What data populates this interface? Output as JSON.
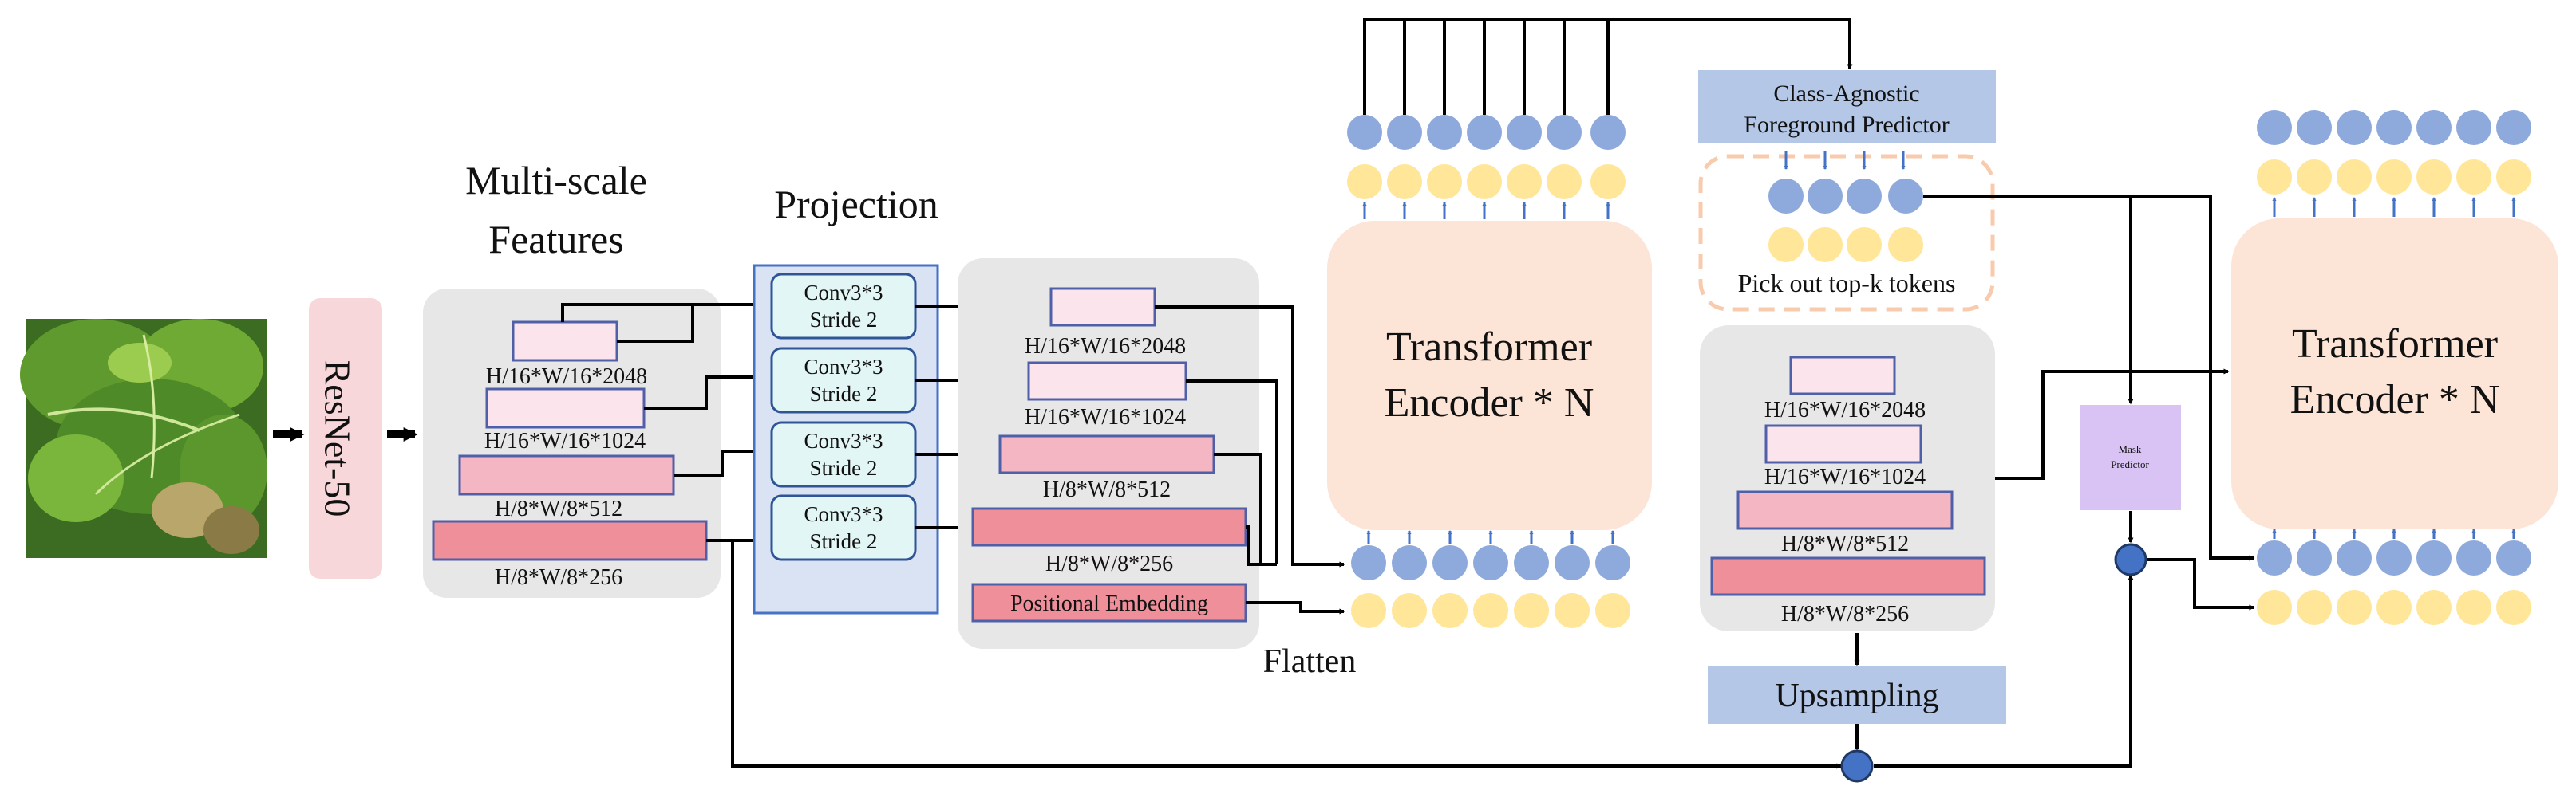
{
  "labels": {
    "backbone": "ResNet-50",
    "multiscale_line1": "Multi-scale",
    "multiscale_line2": "Features",
    "projection": "Projection",
    "flatten": "Flatten",
    "positional_embedding": "Positional Embedding",
    "encoder1_line1": "Transformer",
    "encoder1_line2": "Encoder * N",
    "predictor_line1": "Class-Agnostic",
    "predictor_line2": "Foreground Predictor",
    "pick_topk": "Pick out top-k tokens",
    "upsampling": "Upsampling",
    "mask_predictor_line1": "Mask",
    "mask_predictor_line2": "Predictor",
    "encoder2_line1": "Transformer",
    "encoder2_line2": "Encoder * N"
  },
  "feature_sizes": [
    "H/16*W/16*2048",
    "H/16*W/16*1024",
    "H/8*W/8*512",
    "H/8*W/8*256"
  ],
  "conv_blocks": [
    {
      "line1": "Conv3*3",
      "line2": "Stride 2"
    },
    {
      "line1": "Conv3*3",
      "line2": "Stride 2"
    },
    {
      "line1": "Conv3*3",
      "line2": "Stride 2"
    },
    {
      "line1": "Conv3*3",
      "line2": "Stride 2"
    }
  ],
  "colors": {
    "token_blue": "#8EA9DB",
    "token_yellow": "#FFE699",
    "feature_light": "#FCE4EC",
    "feature_mid": "#F4B6C2",
    "feature_dark": "#EF8F9A",
    "feature_border": "#4F5FA8",
    "gray_panel": "#E7E7E7",
    "encoder_fill": "#FCE4D6",
    "projection_fill": "#DAE3F3",
    "conv_fill": "#E2F6F6",
    "header_fill": "#B4C7E7",
    "mask_predictor_fill": "#D9C3F5",
    "backbone_fill": "#F8D7DA",
    "fusion_node": "#4472C4",
    "topk_dash": "#F8CBAD"
  },
  "icons": {
    "input_image": "lettuce-leaf-photo"
  }
}
